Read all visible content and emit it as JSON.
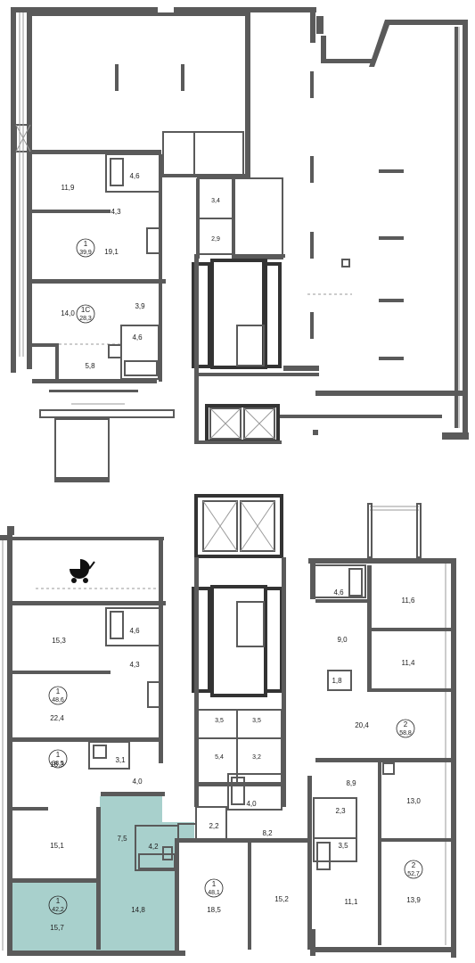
{
  "colors": {
    "wall": "#5a5a5a",
    "highlight": "#a8d0cc",
    "label": "#222222"
  },
  "icons": [
    "stroller-icon"
  ],
  "upper": {
    "rooms": [
      {
        "id": "u-room-a",
        "label": "11,9"
      },
      {
        "id": "u-bath-a",
        "label": "4,6"
      },
      {
        "id": "u-hall-a",
        "label": "4,3"
      },
      {
        "id": "u-room-b",
        "label": "19,1"
      },
      {
        "id": "u-room-c",
        "label": "14,0"
      },
      {
        "id": "u-hall-c",
        "label": "3,9"
      },
      {
        "id": "u-bath-c",
        "label": "4,6"
      },
      {
        "id": "u-room-d",
        "label": "5,8"
      },
      {
        "id": "u-util-1",
        "label": "3,4"
      },
      {
        "id": "u-util-2",
        "label": "2,9"
      }
    ],
    "apartments": [
      {
        "id": "u-apt-1",
        "rooms": "1",
        "area": "39,9"
      },
      {
        "id": "u-apt-1c",
        "rooms": "1С",
        "area": "28,3"
      }
    ]
  },
  "lower": {
    "rooms": [
      {
        "id": "l-room-a",
        "label": "15,3"
      },
      {
        "id": "l-bath-a",
        "label": "4,6"
      },
      {
        "id": "l-hall-a",
        "label": "4,3"
      },
      {
        "id": "l-room-b",
        "label": "22,4"
      },
      {
        "id": "l-bath-c",
        "label": "3,1"
      },
      {
        "id": "l-room-c",
        "label": "16,3"
      },
      {
        "id": "l-hall-c",
        "label": "4,0"
      },
      {
        "id": "l-room-d",
        "label": "15,1"
      },
      {
        "id": "l-room-e",
        "label": "7,5"
      },
      {
        "id": "l-bath-e",
        "label": "4,2"
      },
      {
        "id": "l-room-f",
        "label": "15,7"
      },
      {
        "id": "l-room-g",
        "label": "14,8"
      },
      {
        "id": "l-util-1",
        "label": "3,5"
      },
      {
        "id": "l-util-2",
        "label": "3,5"
      },
      {
        "id": "l-util-3",
        "label": "5,4"
      },
      {
        "id": "l-util-4",
        "label": "3,2"
      },
      {
        "id": "l-bath-h",
        "label": "4,0"
      },
      {
        "id": "l-wc-h",
        "label": "2,2"
      },
      {
        "id": "l-hall-h",
        "label": "8,2"
      },
      {
        "id": "l-room-h",
        "label": "18,5"
      },
      {
        "id": "l-room-i",
        "label": "15,2"
      },
      {
        "id": "r-bath-a",
        "label": "4,6"
      },
      {
        "id": "r-room-a",
        "label": "11,6"
      },
      {
        "id": "r-hall-a",
        "label": "9,0"
      },
      {
        "id": "r-room-b",
        "label": "11,4"
      },
      {
        "id": "r-wc-a",
        "label": "1,8"
      },
      {
        "id": "r-room-c",
        "label": "20,4"
      },
      {
        "id": "r-hall-b",
        "label": "8,9"
      },
      {
        "id": "r-room-d",
        "label": "13,0"
      },
      {
        "id": "r-bath-b",
        "label": "2,3"
      },
      {
        "id": "r-bath-c",
        "label": "3,5"
      },
      {
        "id": "r-room-e",
        "label": "11,1"
      },
      {
        "id": "r-room-f",
        "label": "13,9"
      }
    ],
    "apartments": [
      {
        "id": "l-apt-1a",
        "rooms": "1",
        "area": "48,6"
      },
      {
        "id": "l-apt-1b",
        "rooms": "1",
        "area": "38,5"
      },
      {
        "id": "l-apt-1c",
        "rooms": "1",
        "area": "42,2"
      },
      {
        "id": "l-apt-1d",
        "rooms": "1",
        "area": "48,1"
      },
      {
        "id": "r-apt-2a",
        "rooms": "2",
        "area": "58,8"
      },
      {
        "id": "r-apt-2b",
        "rooms": "2",
        "area": "52,7"
      }
    ]
  }
}
